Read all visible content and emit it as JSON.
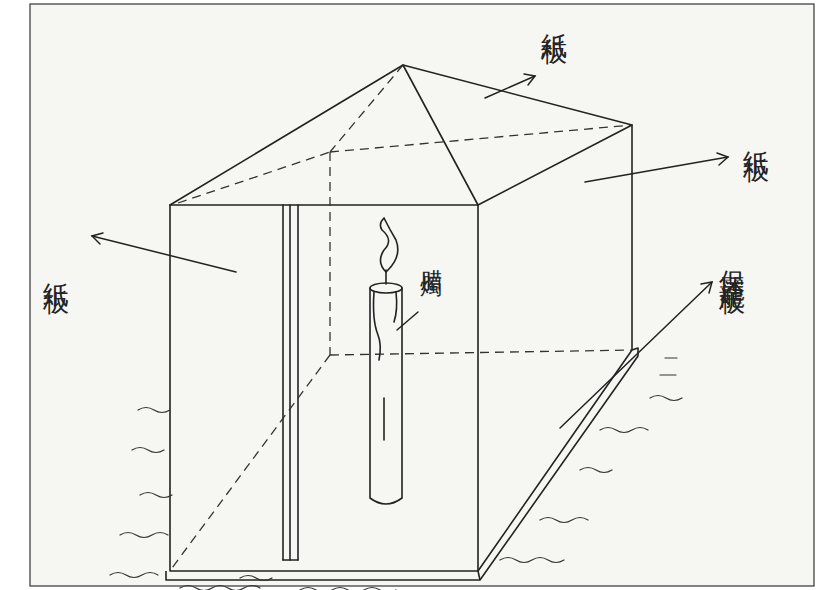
{
  "diagram": {
    "labels": [
      "紙板",
      "纸板",
      "纸板",
      "腊燭",
      "保麗龍板"
    ]
  }
}
